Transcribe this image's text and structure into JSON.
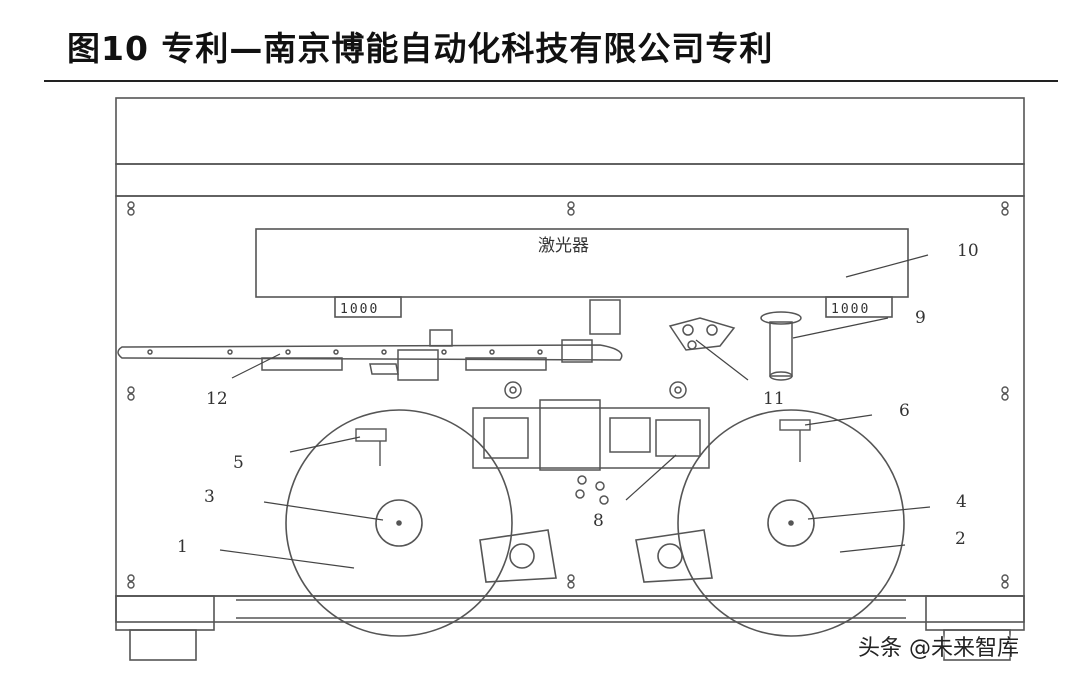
{
  "title": "图10 专利—南京博能自动化科技有限公司专利",
  "laser_label": "激光器",
  "counter_left": "1000",
  "counter_right": "1000",
  "callouts": [
    {
      "id": "1",
      "text": "1"
    },
    {
      "id": "2",
      "text": "2"
    },
    {
      "id": "3",
      "text": "3"
    },
    {
      "id": "4",
      "text": "4"
    },
    {
      "id": "5",
      "text": "5"
    },
    {
      "id": "6",
      "text": "6"
    },
    {
      "id": "8",
      "text": "8"
    },
    {
      "id": "9",
      "text": "9"
    },
    {
      "id": "10",
      "text": "10"
    },
    {
      "id": "11",
      "text": "11"
    },
    {
      "id": "12",
      "text": "12"
    }
  ],
  "watermark": "头条 @未来智库"
}
